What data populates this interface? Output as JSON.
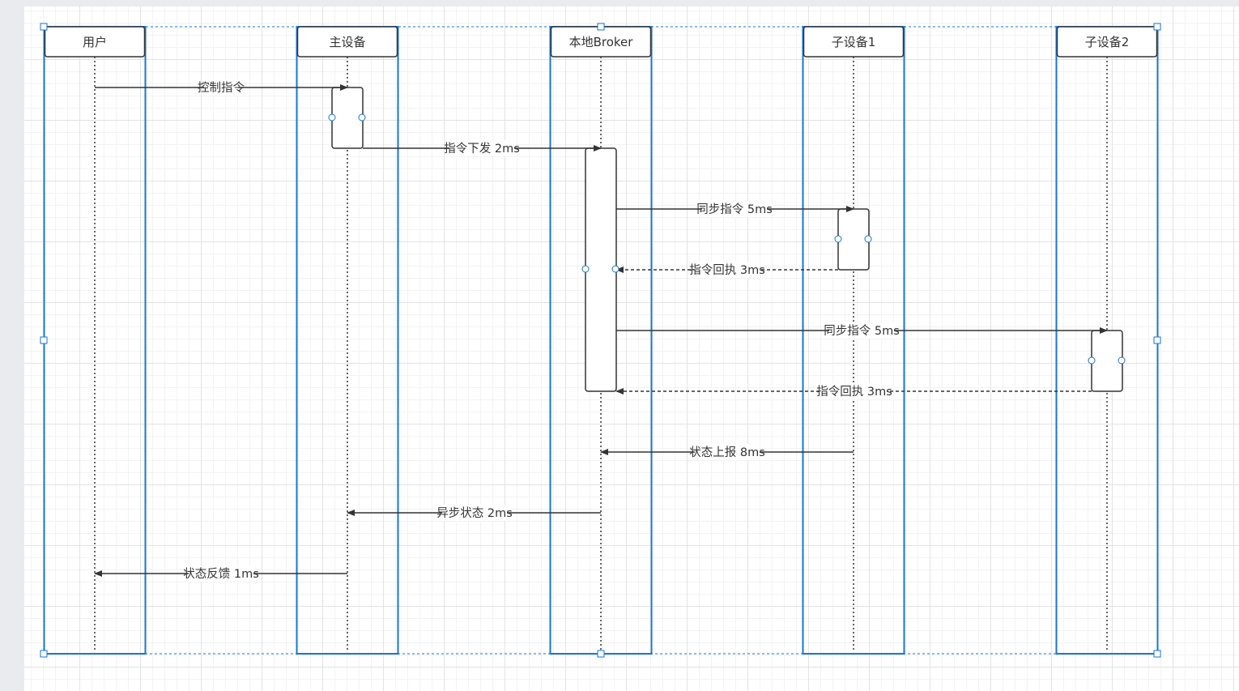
{
  "diagram": {
    "type": "sequence",
    "participants": [
      {
        "id": "p1",
        "label": "用户"
      },
      {
        "id": "p2",
        "label": "主设备"
      },
      {
        "id": "p3",
        "label": "本地Broker"
      },
      {
        "id": "p4",
        "label": "子设备1"
      },
      {
        "id": "p5",
        "label": "子设备2"
      }
    ],
    "messages": [
      {
        "from": "p1",
        "to": "p2",
        "label": "控制指令",
        "style": "solid"
      },
      {
        "from": "p2",
        "to": "p3",
        "label": "指令下发 2ms",
        "style": "solid"
      },
      {
        "from": "p3",
        "to": "p4",
        "label": "同步指令 5ms",
        "style": "solid"
      },
      {
        "from": "p4",
        "to": "p3",
        "label": "指令回执 3ms",
        "style": "dashed"
      },
      {
        "from": "p3",
        "to": "p5",
        "label": "同步指令 5ms",
        "style": "solid"
      },
      {
        "from": "p5",
        "to": "p3",
        "label": "指令回执 3ms",
        "style": "dashed"
      },
      {
        "from": "p4",
        "to": "p3",
        "label": "状态上报 8ms",
        "style": "solid"
      },
      {
        "from": "p3",
        "to": "p2",
        "label": "异步状态 2ms",
        "style": "solid"
      },
      {
        "from": "p2",
        "to": "p1",
        "label": "状态反馈 1ms",
        "style": "solid"
      }
    ]
  },
  "colors": {
    "selection": "#1976d2",
    "line": "#333333",
    "grid_major": "#e3e3e3",
    "grid_minor": "#f3f3f3"
  }
}
